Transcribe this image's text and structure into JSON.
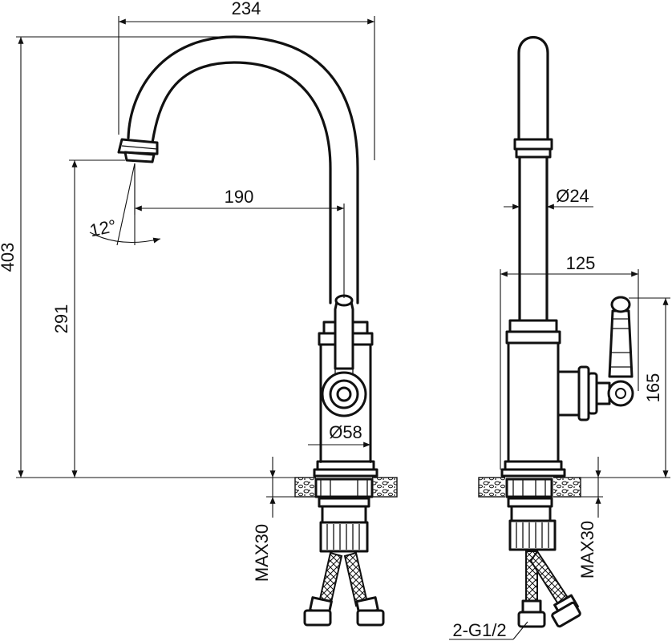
{
  "dimensions": {
    "overall_reach": "234",
    "spout_reach": "190",
    "spout_tilt": "12°",
    "overall_height": "403",
    "spout_height": "291",
    "body_diameter": "Ø58",
    "spout_diameter": "Ø24",
    "handle_depth": "125",
    "handle_height": "165",
    "max_counter_front": "MAX30",
    "max_counter_side": "MAX30",
    "supply_connection": "2-G1/2"
  },
  "colors": {
    "line": "#111111",
    "background": "#ffffff"
  }
}
